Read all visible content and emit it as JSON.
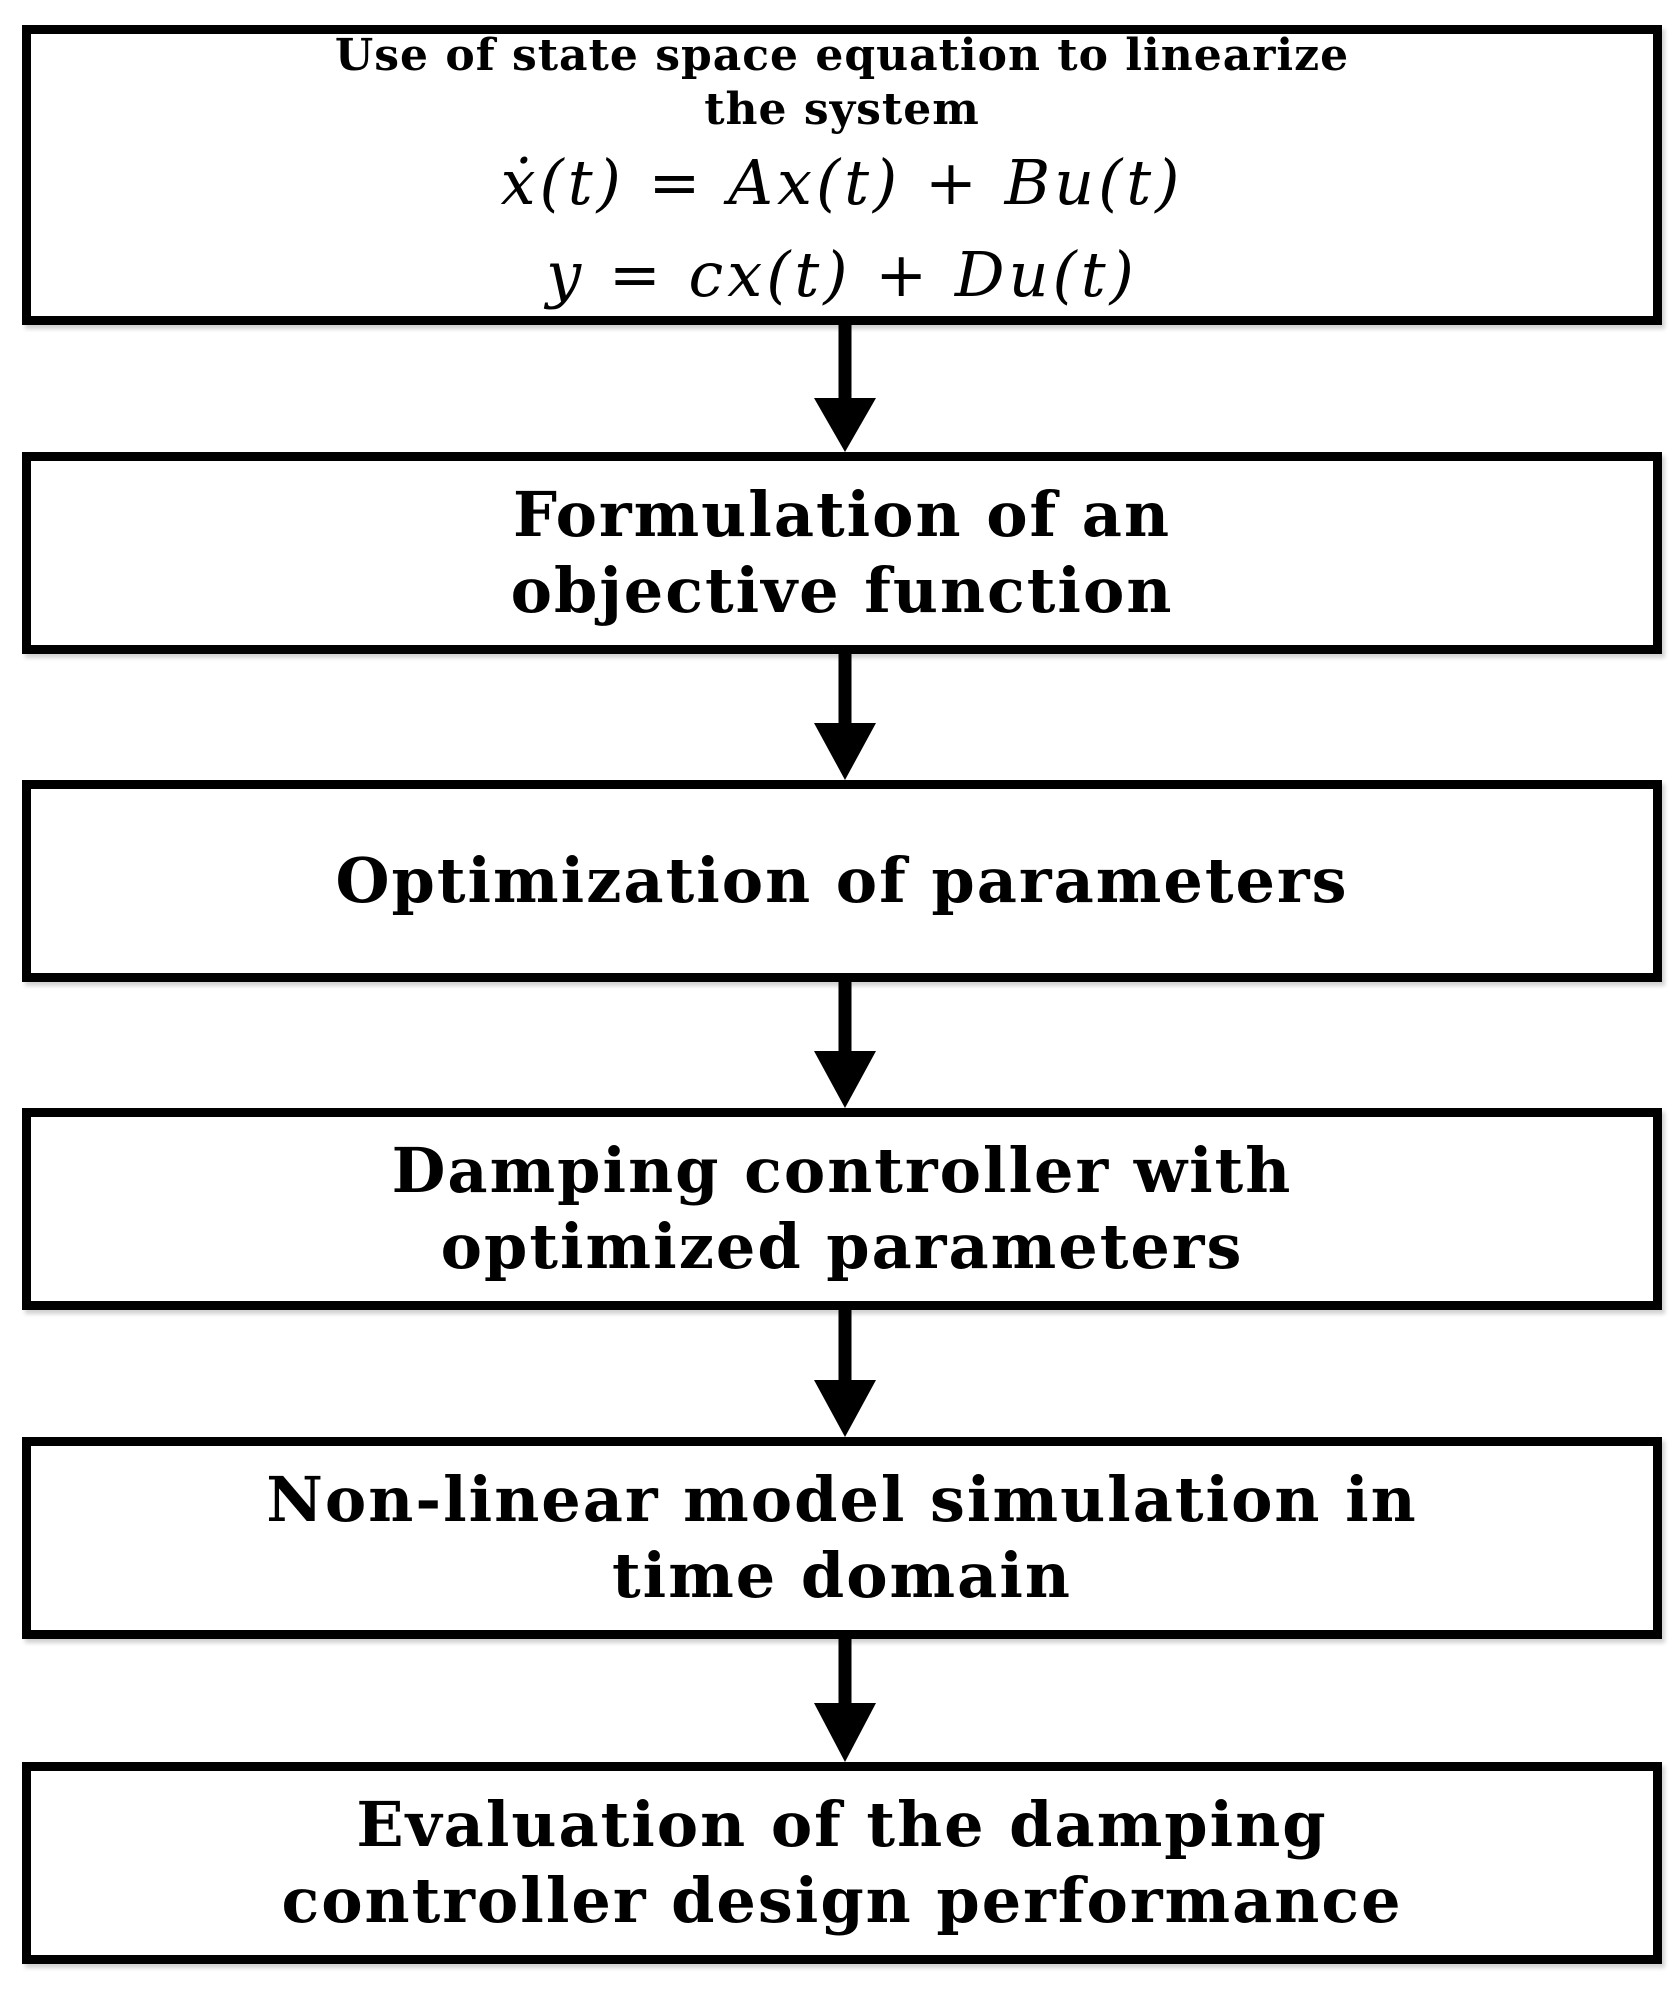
{
  "steps": [
    {
      "title": "Use of state space equation to linearize\nthe system",
      "equations": [
        "ẋ(t) = Ax(t) + Bu(t)",
        "y = cx(t) + Du(t)"
      ]
    },
    {
      "title": "Formulation of an\nobjective function"
    },
    {
      "title": "Optimization of parameters"
    },
    {
      "title": "Damping controller with\noptimized parameters"
    },
    {
      "title": "Non-linear model simulation in\ntime domain"
    },
    {
      "title": "Evaluation of the damping\ncontroller design performance"
    }
  ]
}
